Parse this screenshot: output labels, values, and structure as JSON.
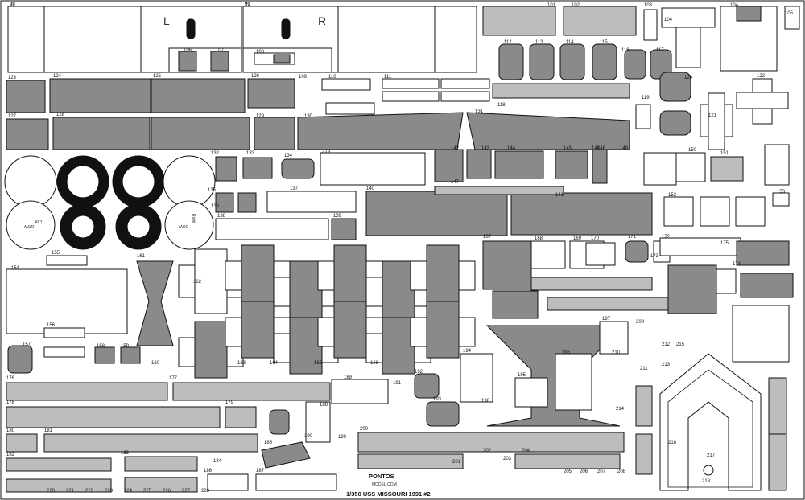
{
  "sheet": {
    "brand": "PONTOS",
    "website": "MODEL.COM",
    "title": "1/350 USS MISSOURI 1991 #2"
  },
  "top_labels": {
    "left": "L",
    "right": "R"
  },
  "circle_labels": {
    "bow_left": "BOW",
    "left": "Left",
    "bow_right": "BOW",
    "right": "Right"
  },
  "colors": {
    "metal": "#8a8a8a",
    "outline": "#111111",
    "background": "#ffffff"
  },
  "part_numbers": [
    "98",
    "99",
    "101",
    "102",
    "103",
    "104",
    "104",
    "105",
    "106",
    "107",
    "108",
    "109",
    "110",
    "111",
    "112",
    "113",
    "114",
    "115",
    "116",
    "117",
    "118",
    "119",
    "120",
    "121",
    "122",
    "123",
    "124",
    "125",
    "126",
    "127",
    "128",
    "129",
    "130",
    "131",
    "132",
    "133",
    "134",
    "135",
    "136",
    "137",
    "138",
    "139",
    "140",
    "141",
    "142",
    "143",
    "144",
    "145",
    "146",
    "147",
    "148",
    "149",
    "150",
    "151",
    "152",
    "153",
    "154",
    "155",
    "156",
    "157",
    "158",
    "159",
    "160",
    "161",
    "162",
    "163",
    "164",
    "165",
    "166",
    "167",
    "168",
    "169",
    "170",
    "171",
    "172",
    "173",
    "174",
    "175",
    "176",
    "177",
    "178",
    "179",
    "180",
    "181",
    "182",
    "183",
    "184",
    "185",
    "186",
    "187",
    "188",
    "189",
    "190",
    "191",
    "192",
    "193",
    "194",
    "195",
    "196",
    "197",
    "198",
    "199",
    "200",
    "201",
    "202",
    "203",
    "204",
    "205",
    "206",
    "207",
    "208",
    "209",
    "210",
    "211",
    "212",
    "213",
    "214",
    "215",
    "216",
    "217",
    "218",
    "219",
    "220",
    "221",
    "222",
    "223",
    "224",
    "225",
    "226",
    "227",
    "228"
  ]
}
